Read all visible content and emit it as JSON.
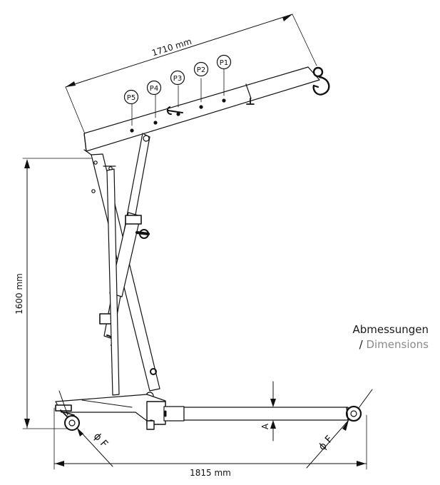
{
  "labels": {
    "jib_length": "1710 mm",
    "height": "1600 mm",
    "base_length": "1815 mm",
    "dim_a": "A",
    "dim_f_front": "ϕ F",
    "dim_f_rear": "ϕ F"
  },
  "positions": [
    "P1",
    "P2",
    "P3",
    "P4",
    "P5"
  ],
  "caption": {
    "german": "Abmessungen",
    "separator": "/ ",
    "english": "Dimensions"
  }
}
